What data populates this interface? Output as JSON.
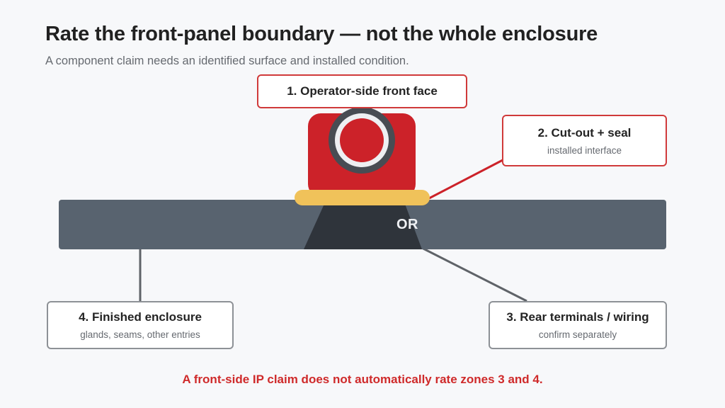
{
  "title": "Rate the front-panel boundary — not the whole enclosure",
  "subtitle": "A component claim needs an identified surface and installed condition.",
  "panel_label": "OR",
  "callouts": {
    "front_face": {
      "title": "1. Operator-side front face"
    },
    "cutout_seal": {
      "title": "2. Cut-out + seal",
      "subtitle": "installed interface"
    },
    "rear_terminals": {
      "title": "3. Rear terminals / wiring",
      "subtitle": "confirm separately"
    },
    "finished_enclosure": {
      "title": "4. Finished enclosure",
      "subtitle": "glands, seams, other entries"
    }
  },
  "footer_note": "A front-side IP claim does not automatically rate zones 3 and 4.",
  "colors": {
    "actuator_red": "#cc2229",
    "ring_dark": "#484c53",
    "seal_yellow": "#f0c25a",
    "panel_slate": "#58636f",
    "body_dark": "#2f343b",
    "accent_red": "#d03a3a",
    "neutral_gray": "#8d9196"
  }
}
